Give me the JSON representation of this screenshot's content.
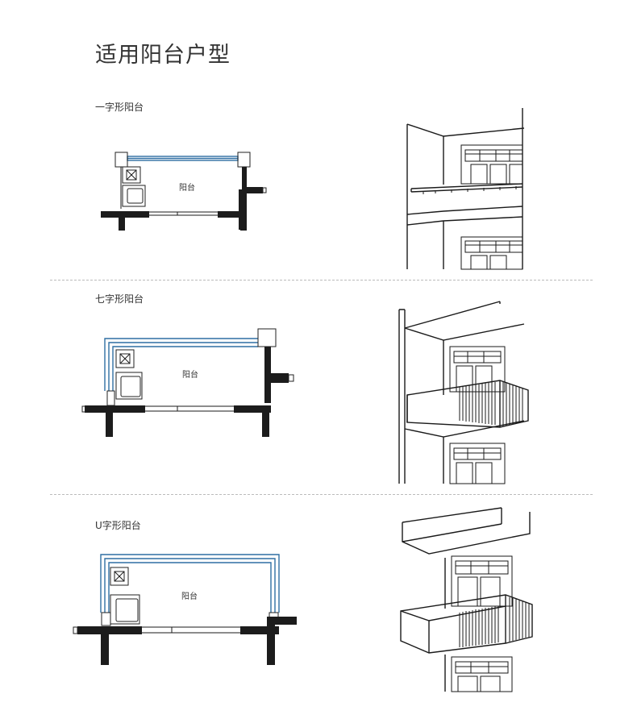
{
  "page_title": "适用阳台户型",
  "sections": [
    {
      "label": "一字形阳台",
      "room_label": "阳台"
    },
    {
      "label": "七字形阳台",
      "room_label": "阳台"
    },
    {
      "label": "U字形阳台",
      "room_label": "阳台"
    }
  ],
  "colors": {
    "glass_frame": "#2f6fa3",
    "wall": "#1c1c1c",
    "divider": "#bbbbbb"
  }
}
